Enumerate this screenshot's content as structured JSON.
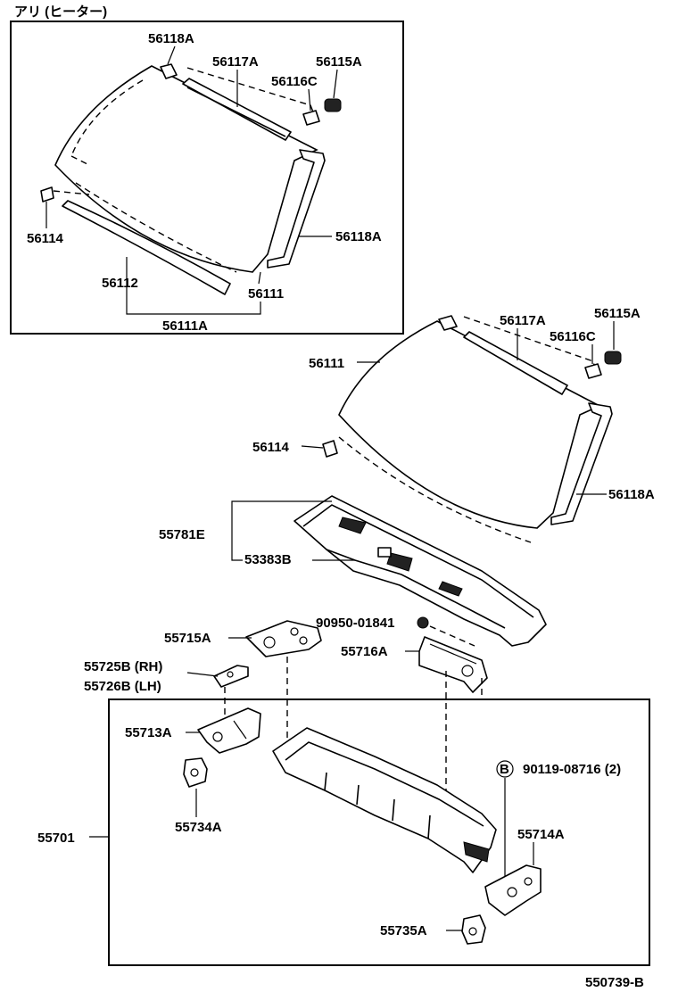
{
  "diagram": {
    "variant_label": "アリ (ヒーター)",
    "figure_code": "550739-B",
    "inset_labels": {
      "molding_upper_corner": "56118A",
      "molding_upper": "56117A",
      "clip_a": "56115A",
      "clip_c": "56116C",
      "side_molding": "56118A",
      "retainer": "56114",
      "lower_molding": "56112",
      "glass": "56111",
      "glass_assy": "56111A"
    },
    "main_labels": {
      "glass": "56111",
      "molding_upper": "56117A",
      "clip_a": "56115A",
      "clip_c": "56116C",
      "retainer": "56114",
      "side_molding": "56118A",
      "cowl_assy": "55781E",
      "cowl_panel": "53383B",
      "grommet": "90950-01841",
      "bracket_left": "55715A",
      "bracket_right": "55716A",
      "brace_rh": "55725B (RH)",
      "brace_lh": "55726B (LH)",
      "reinf_left": "55713A",
      "dash_panel": "55701",
      "mount_left": "55734A",
      "bolt": "90119-08716 (2)",
      "bolt_marker": "B",
      "reinf_right": "55714A",
      "mount_right": "55735A"
    }
  }
}
